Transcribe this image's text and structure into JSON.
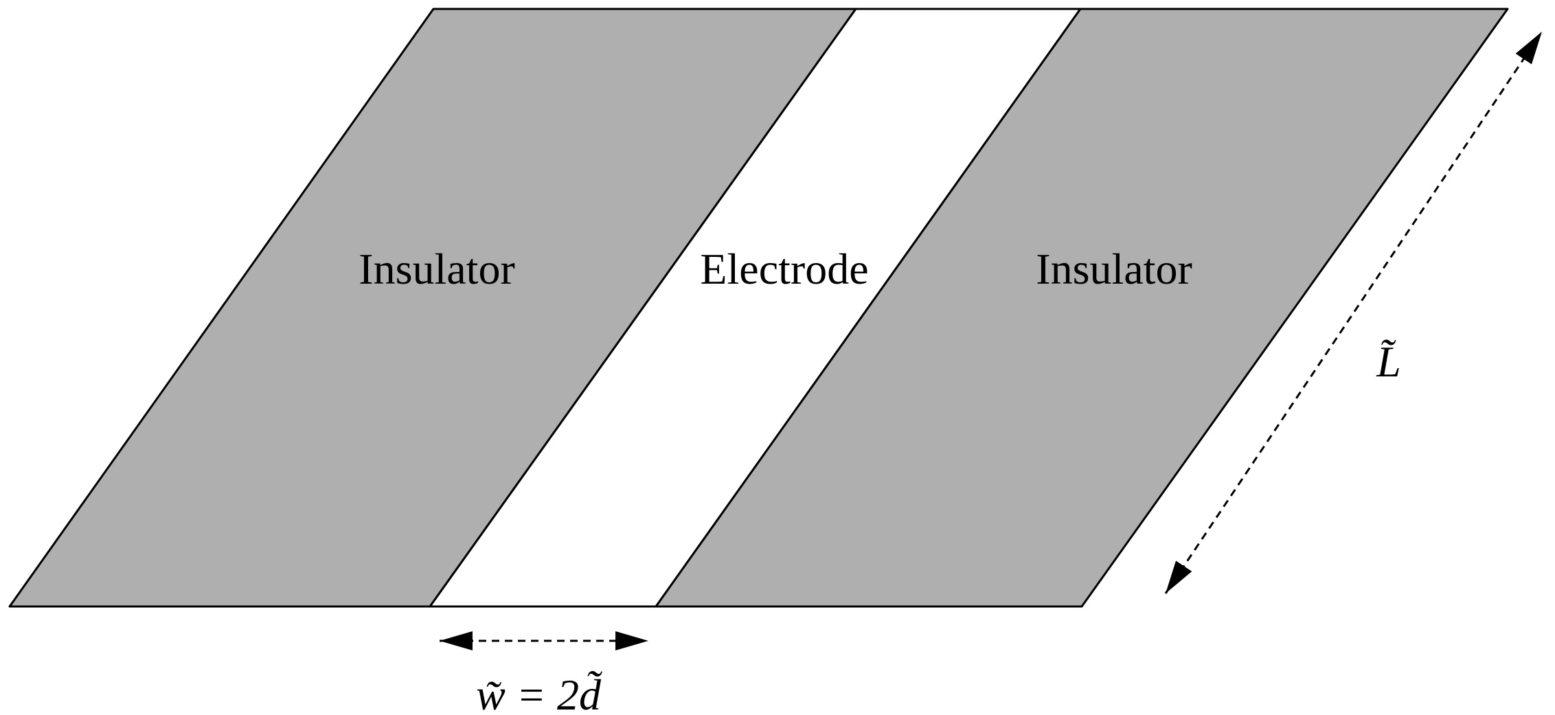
{
  "colors": {
    "insulator_fill": "#afafaf",
    "electrode_fill": "#ffffff",
    "outline": "#000000"
  },
  "regions": {
    "left_insulator": "Insulator",
    "electrode": "Electrode",
    "right_insulator": "Insulator"
  },
  "dimensions": {
    "length_label": "L̃",
    "width_label": "w̃ = 2d̃"
  }
}
